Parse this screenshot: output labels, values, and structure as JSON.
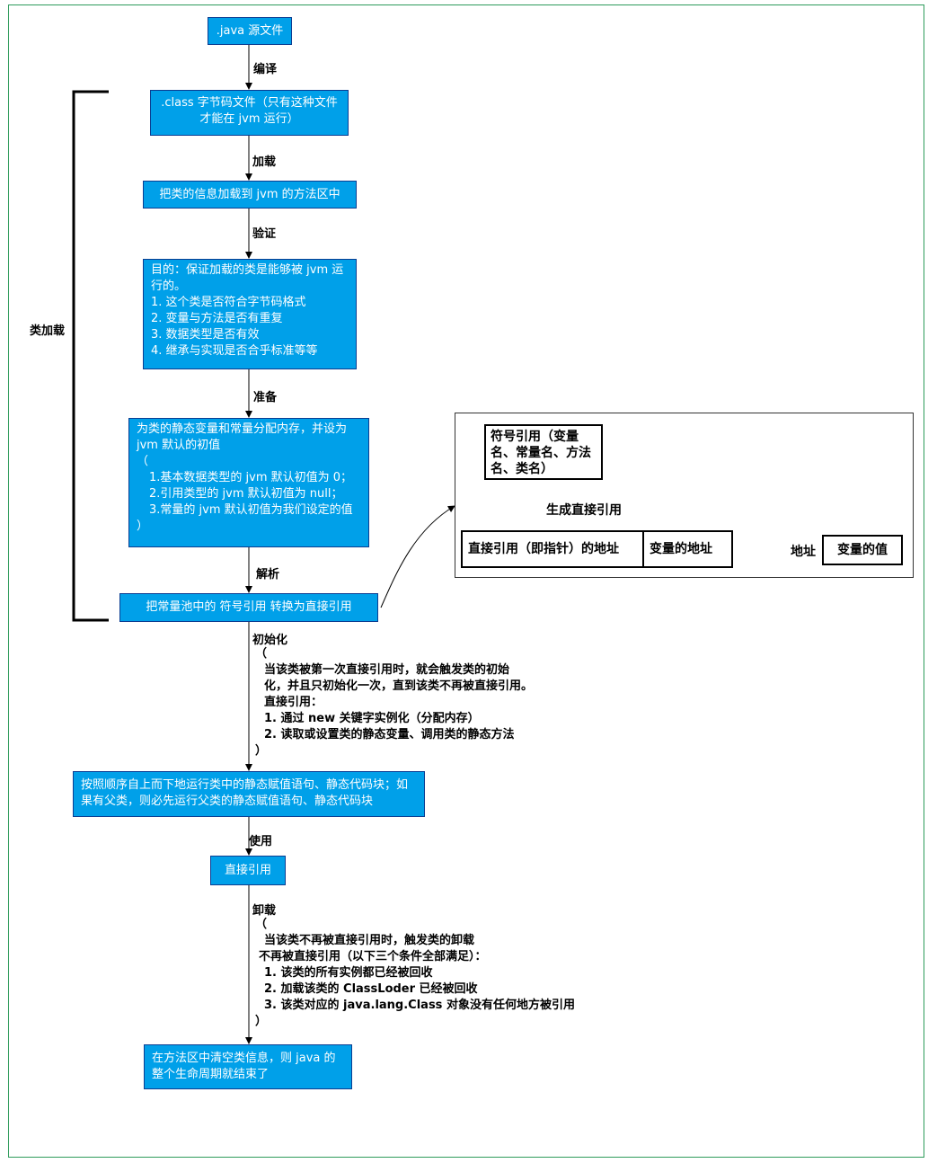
{
  "steps": {
    "source": ".java 源文件",
    "class_file": ".class 字节码文件（只有这种文件才能在 jvm 运行）",
    "load": "把类的信息加载到 jvm 的方法区中",
    "verify_title": "目的：保证加载的类是能够被 jvm 运行的。",
    "verify_items": [
      "1.  这个类是否符合字节码格式",
      "2.  变量与方法是否有重复",
      "3.  数据类型是否有效",
      "4.  继承与实现是否合乎标准等等"
    ],
    "prepare_title": "为类的静态变量和常量分配内存，并设为 jvm 默认的初值",
    "prepare_open": "（",
    "prepare_items": [
      "1.基本数据类型的 jvm 默认初值为 0；",
      "2.引用类型的 jvm 默认初值为 null；",
      "3.常量的 jvm 默认初值为我们设定的值"
    ],
    "prepare_close": "）",
    "resolve": "把常量池中的  符号引用  转换为直接引用",
    "run_static": "按照顺序自上而下地运行类中的静态赋值语句、静态代码块；如果有父类，则必先运行父类的静态赋值语句、静态代码块",
    "direct_ref": "直接引用",
    "end": "在方法区中清空类信息，则 java 的整个生命周期就结束了"
  },
  "edge_labels": {
    "compile": "编译",
    "load": "加载",
    "verify": "验证",
    "prepare": "准备",
    "resolve": "解析",
    "init": "初始化",
    "use": "使用",
    "unload": "卸载"
  },
  "bracket_label": "类加载",
  "init_note": {
    "open": "（",
    "lines": [
      "当该类被第一次直接引用时，就会触发类的初始",
      "化，并且只初始化一次，直到该类不再被直接引用。",
      "直接引用："
    ],
    "items": [
      "1.      通过 new 关键字实例化（分配内存）",
      "2.      读取或设置类的静态变量、调用类的静态方法"
    ],
    "close": "）"
  },
  "unload_note": {
    "open": "（",
    "lines": [
      "当该类不再被直接引用时，触发类的卸载",
      "不再被直接引用（以下三个条件全部满足）："
    ],
    "items": [
      "1.      该类的所有实例都已经被回收",
      "2.      加载该类的 ClassLoder 已经被回收",
      "3.      该类对应的 java.lang.Class 对象没有任何地方被引用"
    ],
    "close": "）"
  },
  "reference_panel": {
    "symbolic": "符号引用（变量名、常量名、方法名、类名）",
    "generate_label": "生成直接引用",
    "direct_pointer": "直接引用（即指针）的地址",
    "var_address": "变量的地址",
    "address": "地址",
    "var_value": "变量的值"
  },
  "colors": {
    "box_fill": "#00a0e9",
    "box_border": "#0b3d91",
    "frame": "#2e9b5b"
  }
}
